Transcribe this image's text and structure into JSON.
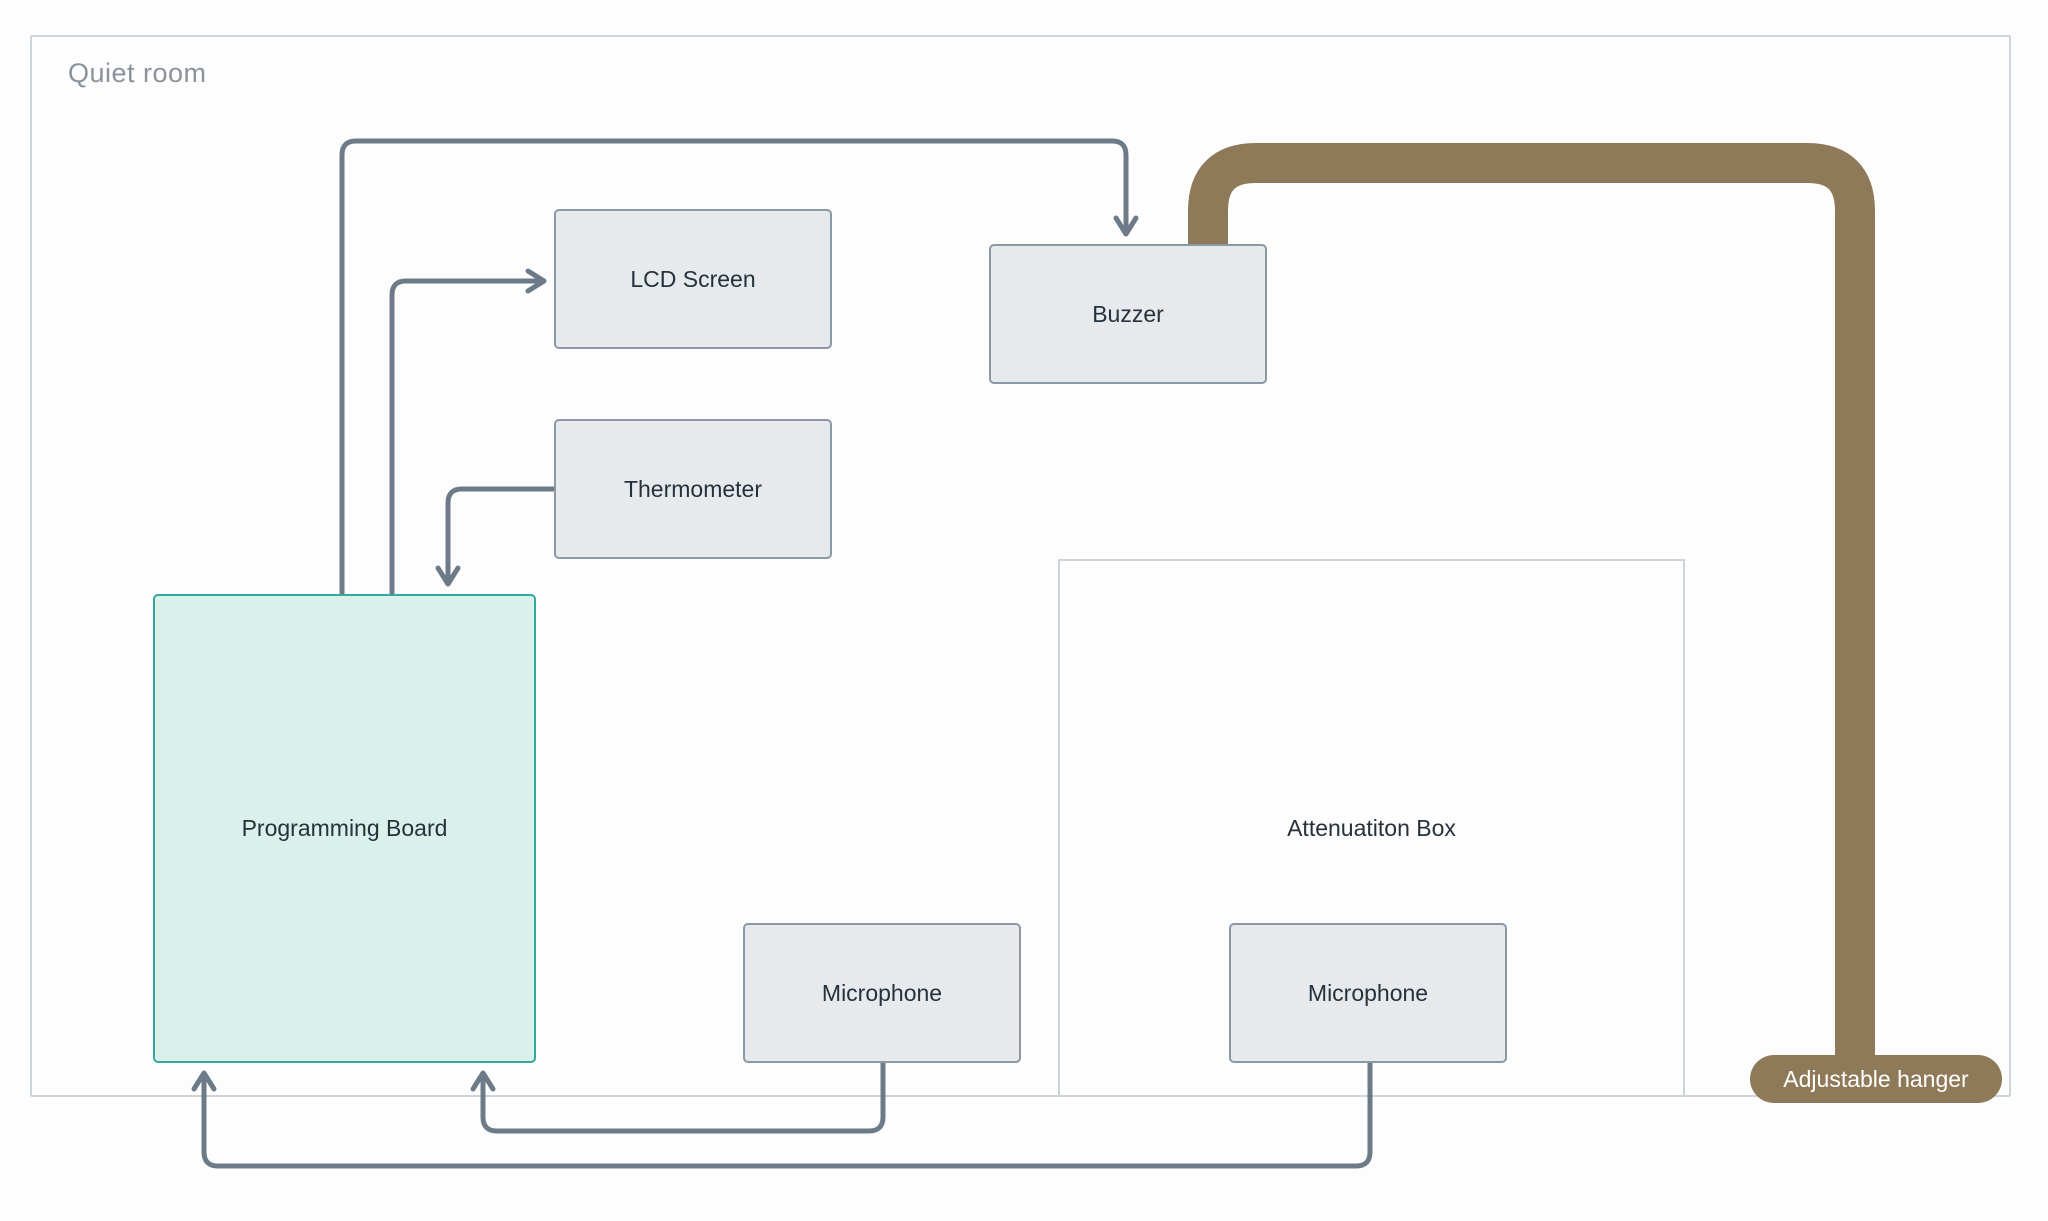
{
  "room": {
    "label": "Quiet room"
  },
  "nodes": {
    "lcd_screen": {
      "label": "LCD Screen"
    },
    "buzzer": {
      "label": "Buzzer"
    },
    "thermometer": {
      "label": "Thermometer"
    },
    "programming_board": {
      "label": "Programming Board"
    },
    "attenuation_box": {
      "label": "Attenuatiton Box"
    },
    "microphone_left": {
      "label": "Microphone"
    },
    "microphone_right": {
      "label": "Microphone"
    },
    "adjustable_hanger": {
      "label": "Adjustable hanger"
    }
  },
  "colors": {
    "room_border": "#cdd4db",
    "box_fill": "#e7eaed",
    "box_border": "#8b98a5",
    "board_fill": "#d9f1ea",
    "board_border": "#33a89c",
    "arrow": "#6d7b89",
    "hanger_brown": "#8e7a58",
    "text": "#26313b",
    "muted_text": "#8a939c"
  }
}
